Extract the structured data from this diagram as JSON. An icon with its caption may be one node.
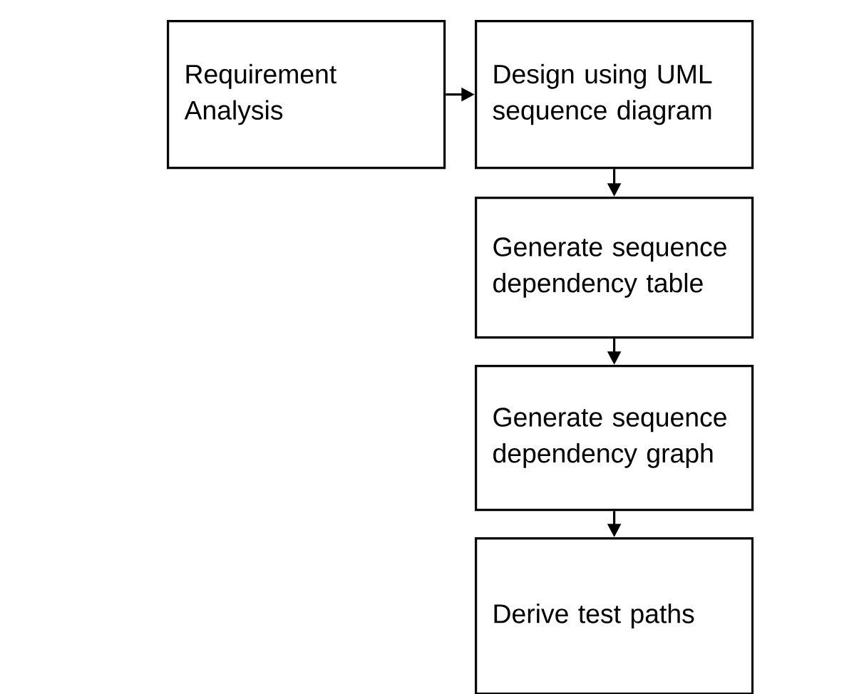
{
  "diagram": {
    "nodes": [
      {
        "text": [
          "Requirement Analysis"
        ]
      },
      {
        "text": [
          "Design using UML sequence diagram"
        ]
      },
      {
        "text": [
          "Generate sequence dependency table"
        ]
      },
      {
        "text": [
          "Generate sequence dependency graph"
        ]
      },
      {
        "text": [
          "Derive test paths"
        ]
      }
    ],
    "edges": [
      {
        "from": 0,
        "to": 1,
        "arrow": "to"
      },
      {
        "from": 1,
        "to": 2,
        "arrow": "to"
      },
      {
        "from": 2,
        "to": 3,
        "arrow": "to"
      },
      {
        "from": 3,
        "to": 4,
        "arrow": "to"
      }
    ]
  }
}
